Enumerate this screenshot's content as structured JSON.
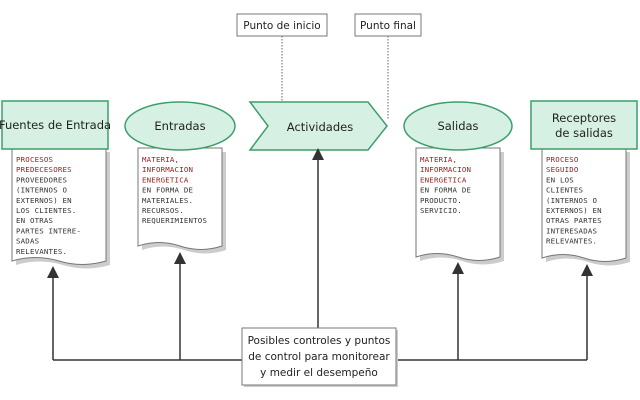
{
  "callouts": {
    "start": "Punto de inicio",
    "end": "Punto final"
  },
  "nodes": {
    "fuentes": "Fuentes de Entrada",
    "entradas": "Entradas",
    "actividades": "Actividades",
    "salidas": "Salidas",
    "receptores": [
      "Receptores",
      "de salidas"
    ]
  },
  "docs": {
    "fuentes": {
      "red": [
        "PROCESOS",
        "PREDECESORES"
      ],
      "dark": [
        "PROVEEDORES",
        "(INTERNOS O",
        "EXTERNOS) EN",
        "LOS CLIENTES.",
        "EN OTRAS",
        "PARTES INTERE-",
        "SADAS",
        "RELEVANTES."
      ]
    },
    "entradas": {
      "red": [
        "MATERIA,",
        "INFORMACION",
        "ENERGETICA"
      ],
      "dark": [
        "EN FORMA DE",
        "MATERIALES.",
        "RECURSOS.",
        "REQUERIMIENTOS"
      ]
    },
    "salidas": {
      "red": [
        "MATERIA,",
        "INFORMACION",
        "ENERGETICA"
      ],
      "dark": [
        "EN FORMA DE",
        "PRODUCTO.",
        "SERVICIO."
      ]
    },
    "receptores": {
      "red": [
        "PROCESO",
        "SEGUIDO"
      ],
      "dark": [
        "EN LOS",
        "CLIENTES",
        "(INTERNOS O",
        "EXTERNOS) EN",
        "OTRAS PARTES",
        "INTERESADAS",
        "RELEVANTES."
      ]
    }
  },
  "bottom": [
    "Posibles controles y puntos",
    "de control para monitorear",
    "y medir el desempeño"
  ],
  "colors": {
    "node_fill": "#d6f1e4",
    "node_stroke": "#3d9e6a",
    "line": "#333333",
    "red_text": "#9b1b1b"
  }
}
